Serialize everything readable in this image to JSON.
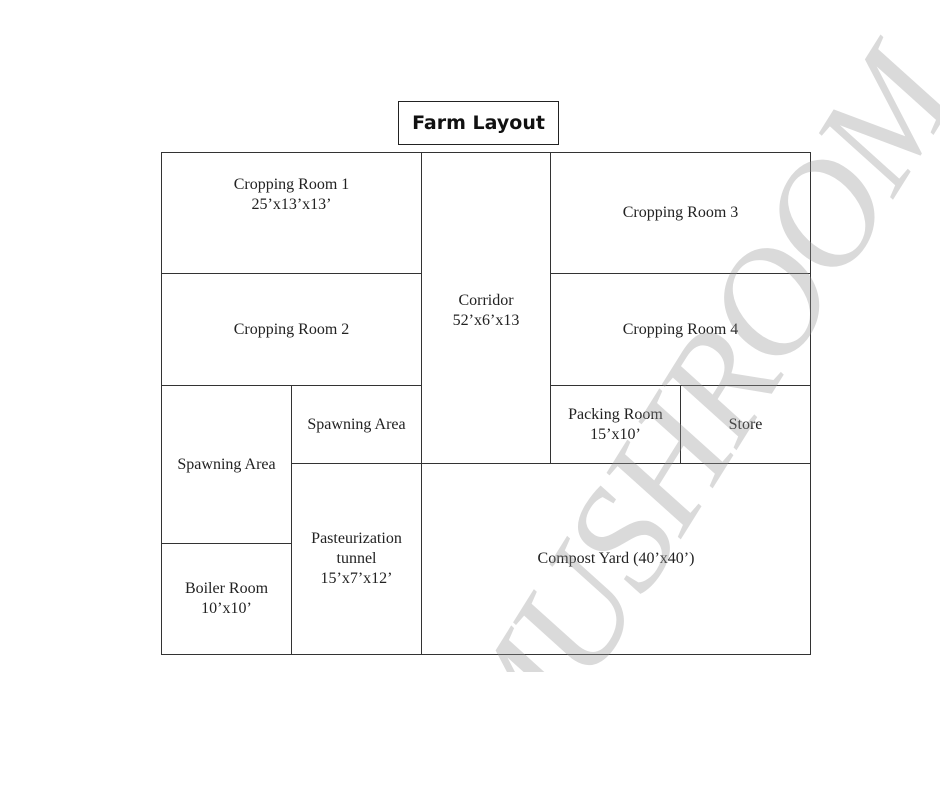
{
  "title": "Farm Layout",
  "watermark": "MUSHROOM",
  "rooms": {
    "cropping_room_1": {
      "name": "Cropping Room 1",
      "size": "25’x13’x13’"
    },
    "cropping_room_2": {
      "name": "Cropping Room 2",
      "size": ""
    },
    "corridor": {
      "name": "Corridor",
      "size": "52’x6’x13"
    },
    "cropping_room_3": {
      "name": "Cropping Room 3",
      "size": ""
    },
    "cropping_room_4": {
      "name": "Cropping Room 4",
      "size": ""
    },
    "spawning_area_left": {
      "name": "Spawning Area",
      "size": ""
    },
    "spawning_area_small": {
      "name": "Spawning Area",
      "size": ""
    },
    "packing_room": {
      "name": "Packing Room",
      "size": "15’x10’"
    },
    "store": {
      "name": "Store",
      "size": ""
    },
    "boiler_room": {
      "name": "Boiler Room",
      "size": "10’x10’"
    },
    "pasteurization_tunnel": {
      "name": "Pasteurization tunnel",
      "size": "15’x7’x12’"
    },
    "compost_yard": {
      "name": "Compost Yard (40’x40’)",
      "size": ""
    }
  }
}
